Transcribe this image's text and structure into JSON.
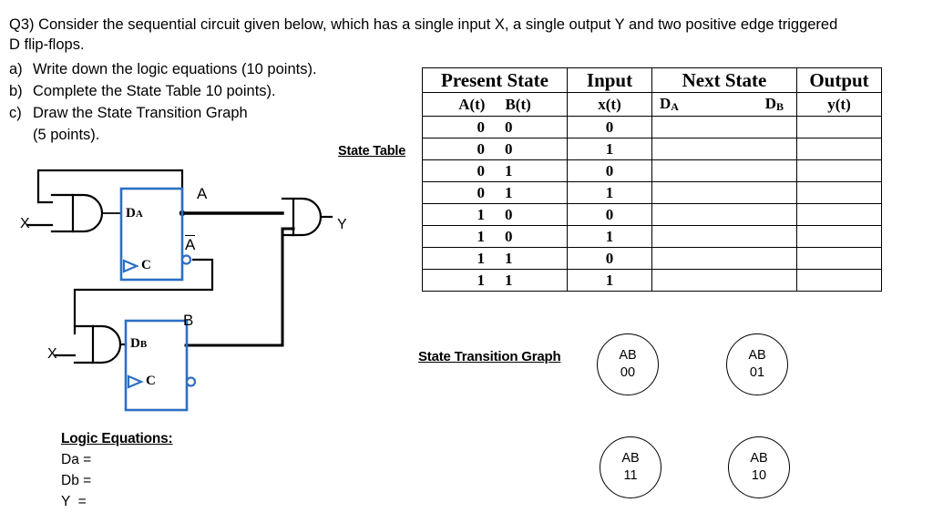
{
  "question": {
    "prompt": "Q3) Consider the sequential circuit given below, which has a single input X, a single output Y and two positive edge triggered D flip-flops.",
    "items": [
      {
        "letter": "a)",
        "text": "Write down the logic equations (10 points)."
      },
      {
        "letter": "b)",
        "text": "Complete the State Table 10 points)."
      },
      {
        "letter": "c)",
        "text": "Draw the State Transition Graph"
      },
      {
        "letter": "",
        "text": "(5 points)."
      }
    ]
  },
  "state_table": {
    "label": "State Table",
    "group_headers": [
      "Present State",
      "Input",
      "Next State",
      "Output"
    ],
    "sub_headers": {
      "present_state": [
        "A(t)",
        "B(t)"
      ],
      "input": "x(t)",
      "next_state": [
        "D",
        "D"
      ],
      "next_state_subs": [
        "A",
        "B"
      ],
      "output": "y(t)"
    },
    "rows": [
      {
        "A": "0",
        "B": "0",
        "x": "0",
        "DA": "",
        "DB": "",
        "y": ""
      },
      {
        "A": "0",
        "B": "0",
        "x": "1",
        "DA": "",
        "DB": "",
        "y": ""
      },
      {
        "A": "0",
        "B": "1",
        "x": "0",
        "DA": "",
        "DB": "",
        "y": ""
      },
      {
        "A": "0",
        "B": "1",
        "x": "1",
        "DA": "",
        "DB": "",
        "y": ""
      },
      {
        "A": "1",
        "B": "0",
        "x": "0",
        "DA": "",
        "DB": "",
        "y": ""
      },
      {
        "A": "1",
        "B": "0",
        "x": "1",
        "DA": "",
        "DB": "",
        "y": ""
      },
      {
        "A": "1",
        "B": "1",
        "x": "0",
        "DA": "",
        "DB": "",
        "y": ""
      },
      {
        "A": "1",
        "B": "1",
        "x": "1",
        "DA": "",
        "DB": "",
        "y": ""
      }
    ]
  },
  "state_transition_graph": {
    "label": "State Transition Graph",
    "states": [
      {
        "title": "AB",
        "value": "00"
      },
      {
        "title": "AB",
        "value": "01"
      },
      {
        "title": "AB",
        "value": "11"
      },
      {
        "title": "AB",
        "value": "10"
      }
    ]
  },
  "logic_equations": {
    "title": "Logic Equations:",
    "lines": [
      "Da =",
      "Db =",
      "Y  ="
    ]
  },
  "circuit": {
    "input_top": "X",
    "input_bottom": "X",
    "output": "Y",
    "signal_a": "A",
    "signal_a_bar": "A",
    "signal_b": "B",
    "ff_top": {
      "d_label": "D",
      "d_sub": "A",
      "clk_label": "C"
    },
    "ff_bottom": {
      "d_label": "D",
      "d_sub": "B",
      "clk_label": "C"
    },
    "colors": {
      "flipflop_blue": "#2E6FC4",
      "wire_black": "#000000"
    }
  }
}
